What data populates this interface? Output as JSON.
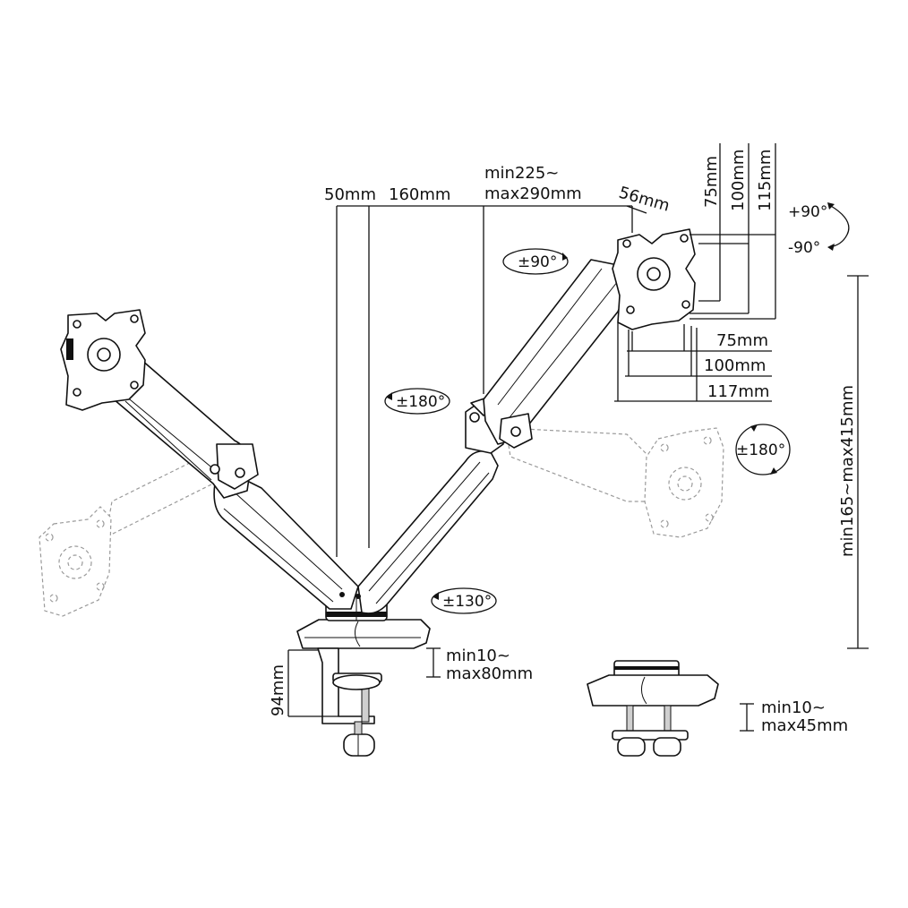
{
  "colors": {
    "line": "#111111",
    "ghost": "#9a9a9a",
    "background": "#ffffff"
  },
  "dimensions": {
    "d50": "50mm",
    "d160": "160mm",
    "reach_min": "min225~",
    "reach_max": "max290mm",
    "d56": "56mm",
    "v75": "75mm",
    "v100": "100mm",
    "v115": "115mm",
    "h75": "75mm",
    "h100": "100mm",
    "h117": "117mm",
    "height_range": "min165~max415mm",
    "base_height": "94mm",
    "clamp_min": "min10~",
    "clamp_max": "max80mm",
    "grommet_min": "min10~",
    "grommet_max": "max45mm"
  },
  "rotations": {
    "swivel_90": "±90°",
    "rot_180_left": "±180°",
    "rot_180_right": "±180°",
    "rot_130": "±130°",
    "tilt_up": "+90°",
    "tilt_down": "-90°"
  }
}
